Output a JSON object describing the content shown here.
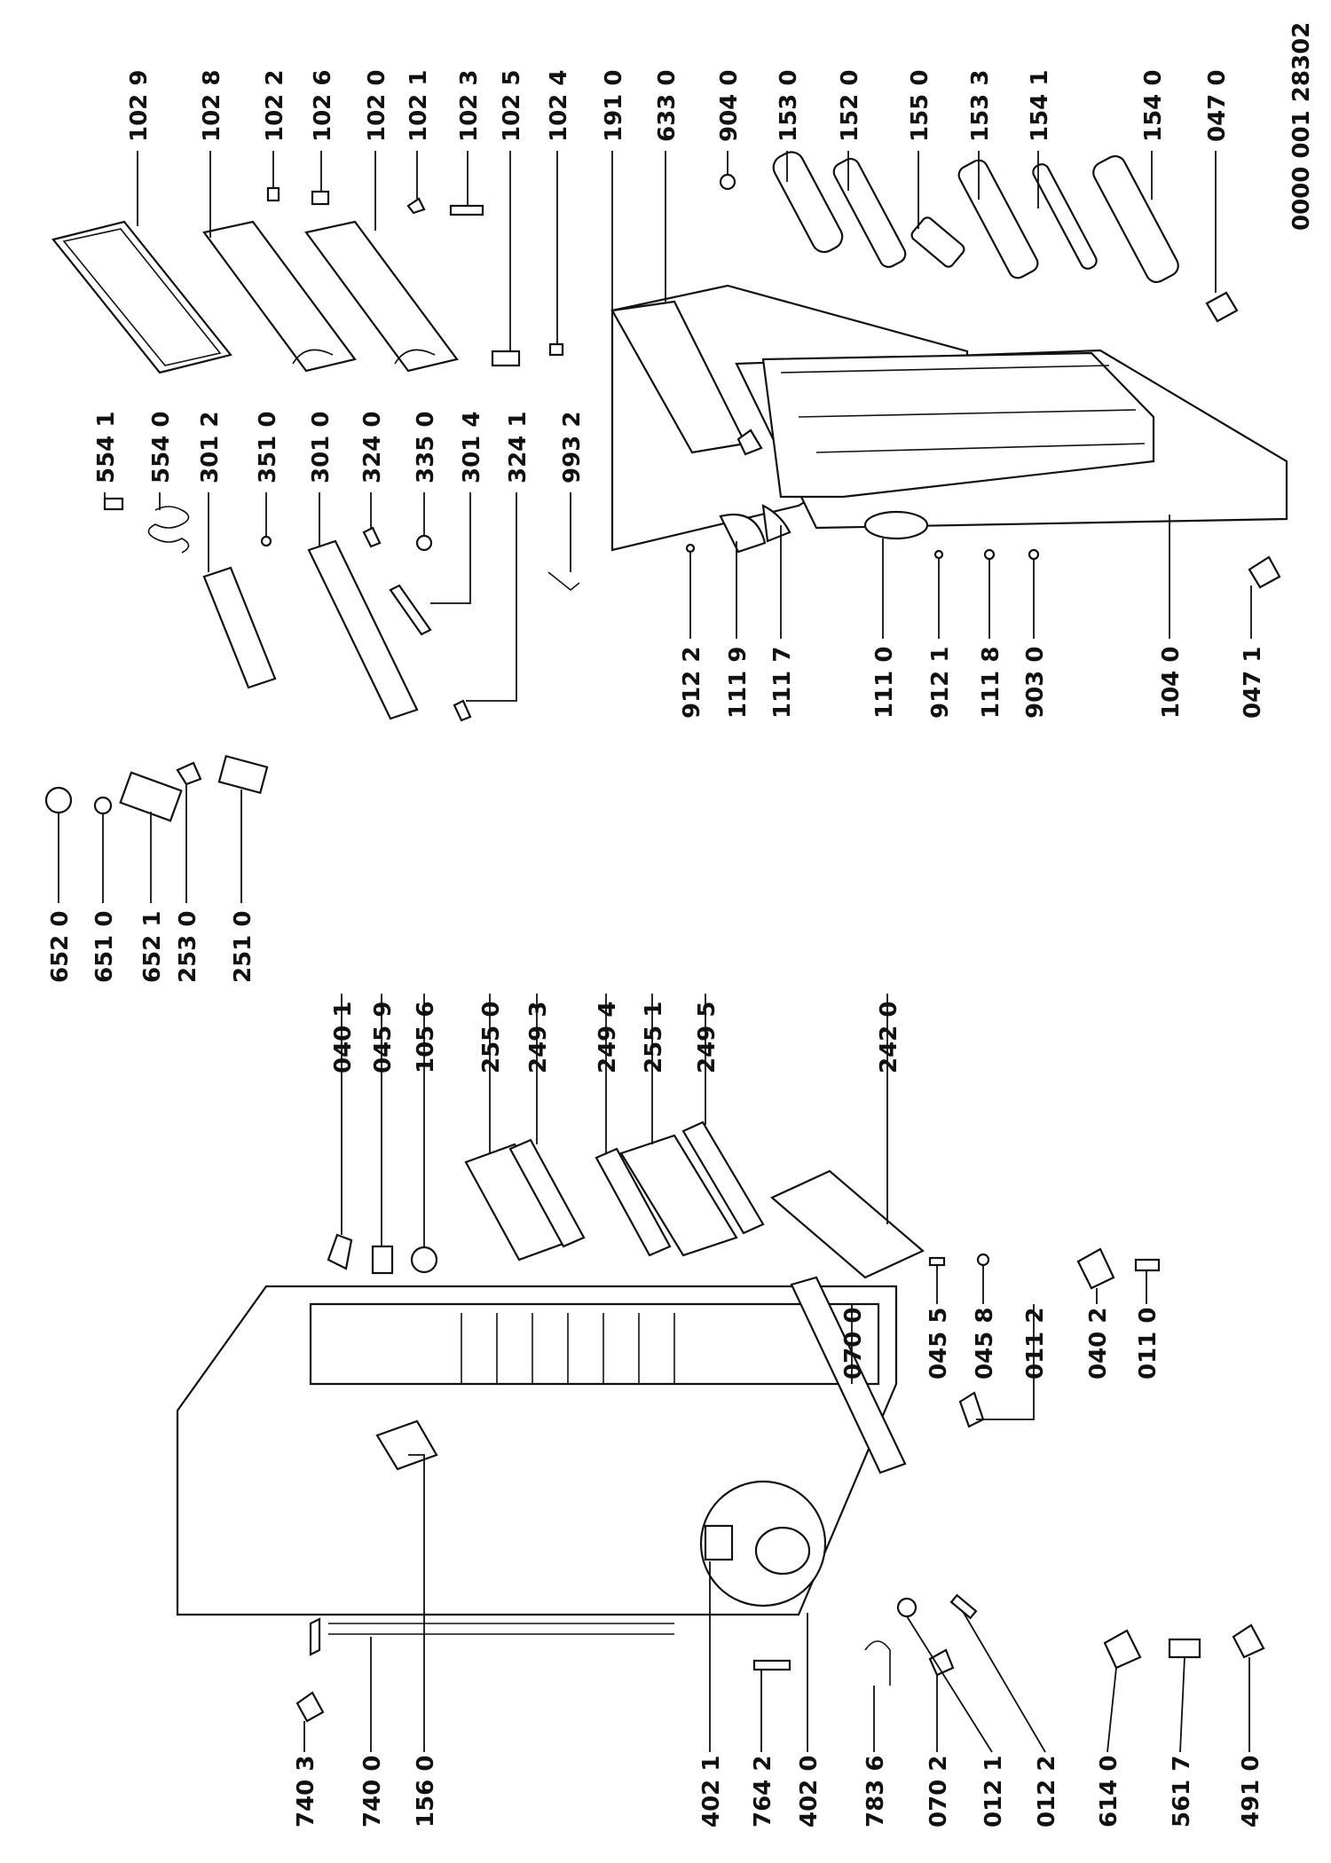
{
  "diagram": {
    "code": "0000 001 28302",
    "colors": {
      "ink": "#111111",
      "paper": "#ffffff"
    },
    "labels": [
      "102 9",
      "102 8",
      "102 2",
      "102 6",
      "102 0",
      "102 1",
      "102 3",
      "102 5",
      "102 4",
      "191 0",
      "633 0",
      "904 0",
      "153 0",
      "152 0",
      "155 0",
      "153 3",
      "154 1",
      "154 0",
      "047 0",
      "554 1",
      "554 0",
      "301 2",
      "351 0",
      "301 0",
      "324 0",
      "335 0",
      "301 4",
      "324 1",
      "993 2",
      "912 2",
      "111 9",
      "111 7",
      "111 0",
      "912 1",
      "111 8",
      "903 0",
      "104 0",
      "047 1",
      "652 0",
      "651 0",
      "652 1",
      "253 0",
      "251 0",
      "040 1",
      "045 9",
      "105 6",
      "255 0",
      "249 3",
      "249 4",
      "255 1",
      "249 5",
      "242 0",
      "070 0",
      "045 5",
      "045 8",
      "011 2",
      "040 2",
      "011 0",
      "740 3",
      "740 0",
      "156 0",
      "402 1",
      "764 2",
      "402 0",
      "783 6",
      "070 2",
      "012 1",
      "012 2",
      "614 0",
      "561 7",
      "491 0"
    ]
  }
}
